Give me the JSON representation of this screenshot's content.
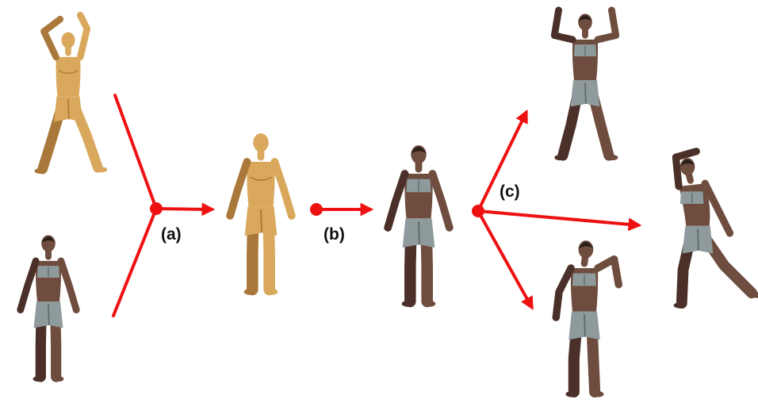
{
  "diagram": {
    "labels": {
      "a": "(a)",
      "b": "(b)",
      "c": "(c)"
    },
    "colors": {
      "arrow": "#ee1111",
      "mesh_skin": "#d9a85c",
      "mesh_shadow": "#a9783a",
      "person_skin": "#6e4c3e",
      "person_skin_shadow": "#4a3028",
      "clothing": "#8e9a9b",
      "clothing_shadow": "#5f6a6c",
      "hair": "#2a1f1a"
    },
    "figures": [
      {
        "name": "input-scan-mesh",
        "kind": "mesh-figure",
        "pose": "arms-raised-wide-stance"
      },
      {
        "name": "input-textured-person",
        "kind": "textured-figure",
        "pose": "a-pose"
      },
      {
        "name": "canonical-mesh",
        "kind": "mesh-figure",
        "pose": "a-pose"
      },
      {
        "name": "canonical-textured-avatar",
        "kind": "textured-figure",
        "pose": "a-pose"
      },
      {
        "name": "reposed-avatar-flex",
        "kind": "textured-figure",
        "pose": "flexing-arms-raised"
      },
      {
        "name": "reposed-avatar-side-bend",
        "kind": "textured-figure",
        "pose": "side-bend-lunge"
      },
      {
        "name": "reposed-avatar-dance",
        "kind": "textured-figure",
        "pose": "arm-raised-step"
      }
    ]
  }
}
